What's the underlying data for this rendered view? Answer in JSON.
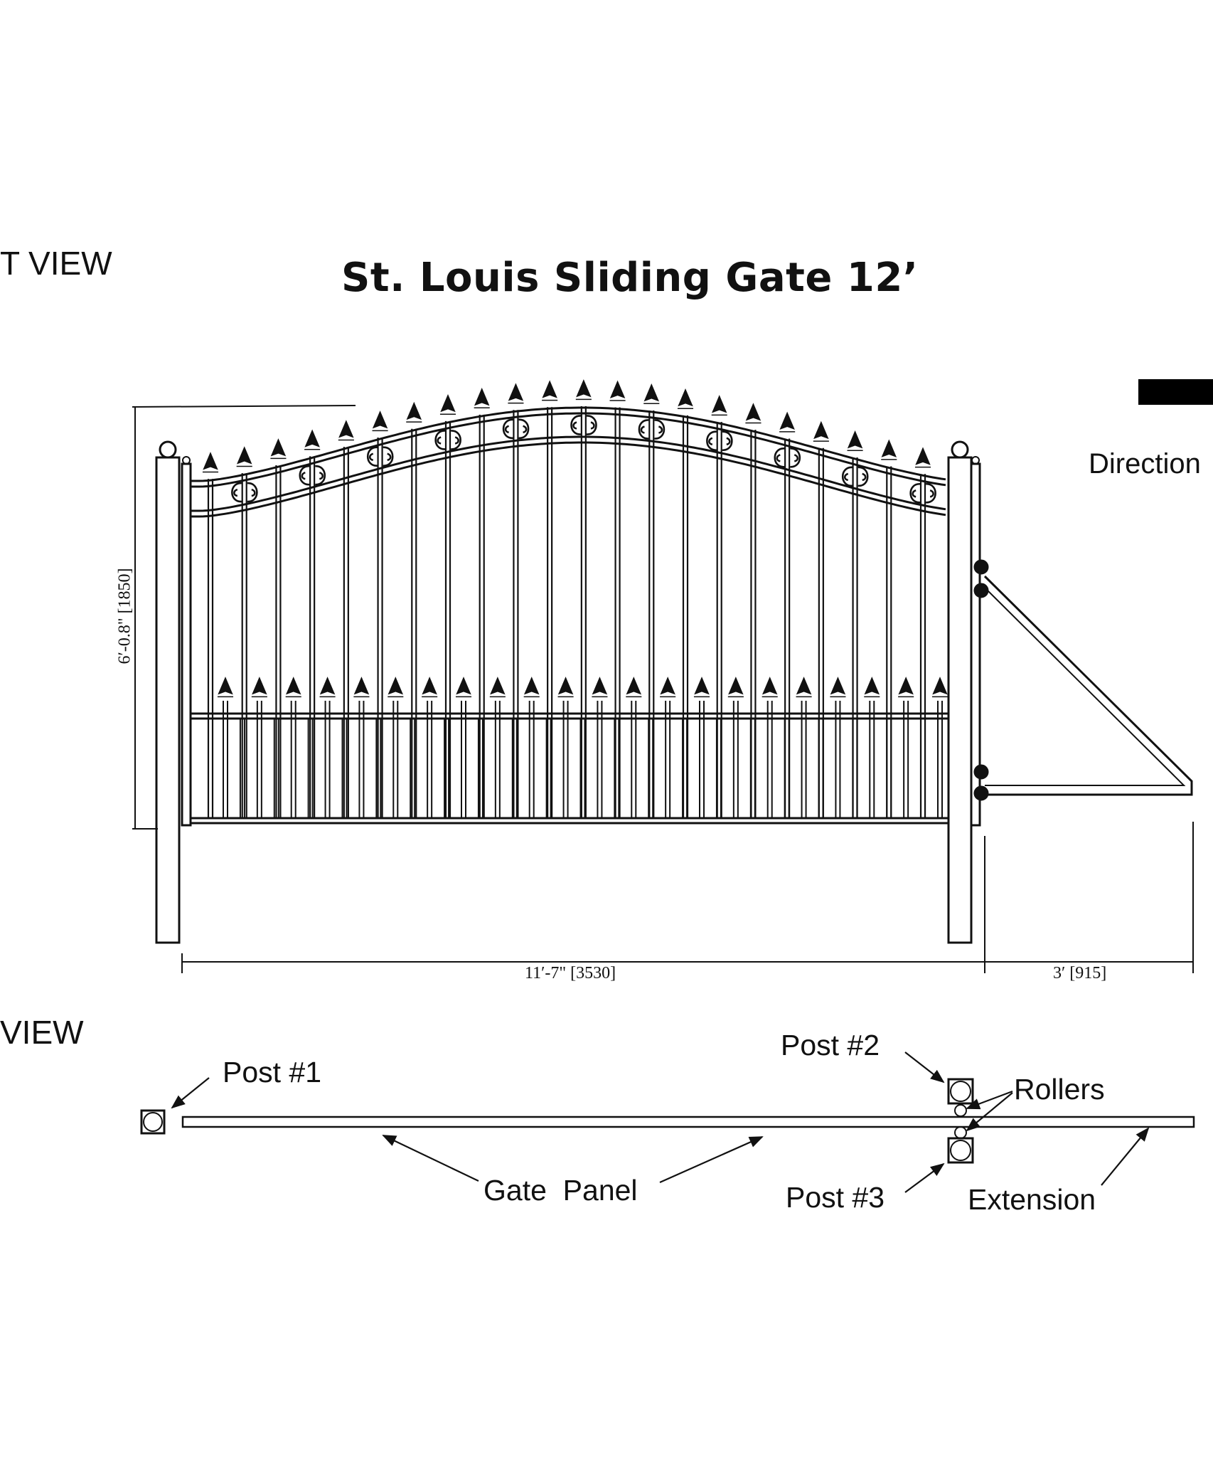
{
  "drawing": {
    "title": "St. Louis Sliding Gate 12’",
    "front_view_label": "T VIEW",
    "top_view_label": "VIEW",
    "direction_label": "Direction"
  },
  "dimensions": {
    "height": "6′-0.8\"  [1850]",
    "gate_width": "11′-7\"  [3530]",
    "extension_width": "3′  [915]"
  },
  "callouts": {
    "post_1": "Post #1",
    "post_2": "Post #2",
    "post_3": "Post #3",
    "rollers": "Rollers",
    "gate_panel": "Gate  Panel",
    "extension": "Extension"
  }
}
